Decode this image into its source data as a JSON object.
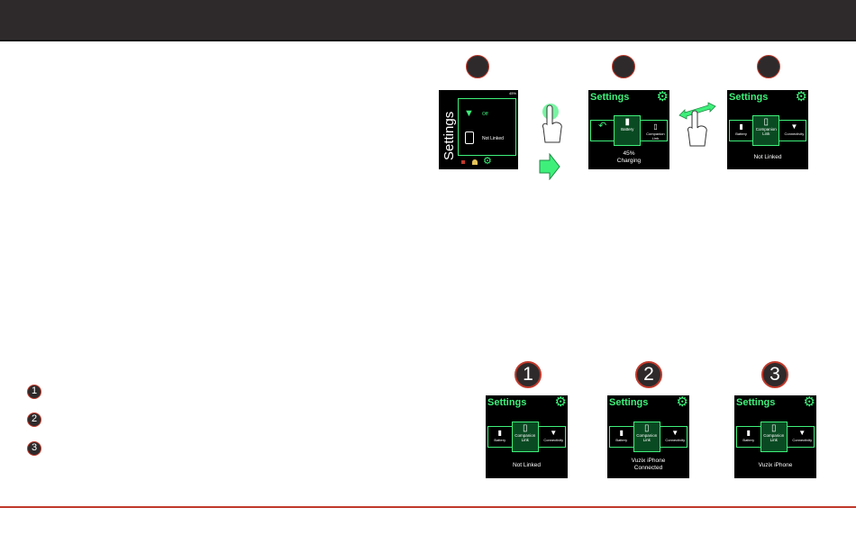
{
  "top_row": {
    "screen1": {
      "title": "Settings",
      "battery_text": "45%",
      "wifi_status": "Off",
      "link_status": "Not Linked"
    },
    "screen2": {
      "title": "Settings",
      "tile_left_label": "",
      "tile_mid_label": "Battery",
      "tile_right_label": "Companion Link",
      "status_line1": "45%",
      "status_line2": "Charging"
    },
    "screen3": {
      "title": "Settings",
      "tile_left_label": "Battery",
      "tile_mid_label": "Companion Link",
      "tile_right_label": "Connectivity",
      "status_line1": "Not Linked"
    }
  },
  "bottom_row": {
    "numbers": [
      "1",
      "2",
      "3"
    ],
    "screens": [
      {
        "title": "Settings",
        "tile_left_label": "Battery",
        "tile_mid_label": "Companion Link",
        "tile_right_label": "Connectivity",
        "status_line1": "Not Linked",
        "status_line2": ""
      },
      {
        "title": "Settings",
        "tile_left_label": "Battery",
        "tile_mid_label": "Companion Link",
        "tile_right_label": "Connectivity",
        "status_line1": "Vuzix iPhone",
        "status_line2": "Connected"
      },
      {
        "title": "Settings",
        "tile_left_label": "Battery",
        "tile_mid_label": "Companion Link",
        "tile_right_label": "Connectivity",
        "status_line1": "Vuzix iPhone",
        "status_line2": ""
      }
    ]
  },
  "legend": {
    "numbers": [
      "1",
      "2",
      "3"
    ]
  },
  "icons": {
    "gear": "gear-icon",
    "battery": "battery-icon",
    "phone": "phone-icon",
    "wifi": "wifi-icon",
    "back": "back-arrow-icon"
  },
  "colors": {
    "accent": "#3ef07a",
    "header": "#2e2a2b",
    "rule": "#c0392b"
  }
}
